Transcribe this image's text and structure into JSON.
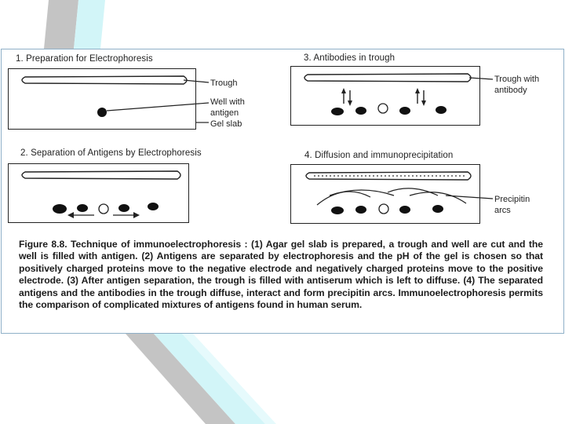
{
  "slide": {
    "colors": {
      "stripe_gray": "#bfbfbf",
      "stripe_cyan": "#c9f2f6",
      "frame": "#8fb0c8",
      "ink": "#222222"
    }
  },
  "panels": [
    {
      "title": "1. Preparation for Electrophoresis",
      "labels": {
        "trough": "Trough",
        "well_1": "Well with",
        "well_2": "antigen",
        "gel": "Gel slab"
      }
    },
    {
      "title": "2. Separation of Antigens by Electrophoresis"
    },
    {
      "title": "3. Antibodies in trough",
      "labels": {
        "trough_1": "Trough with",
        "trough_2": "antibody"
      }
    },
    {
      "title": "4. Diffusion and immunoprecipitation",
      "labels": {
        "arcs_1": "Precipitin",
        "arcs_2": "arcs"
      }
    }
  ],
  "caption": {
    "lead": "Figure  8.8.",
    "text": "Technique of immunoelectrophoresis : (1) Agar gel slab is  prepared, a trough and well are cut and the well is filled with antigen. (2) Antigens are separated by electrophoresis and the pH of the gel is chosen so that positively charged proteins move to the negative electrode and negatively charged proteins move to the positive electrode. (3) After antigen separation, the trough is filled with antiserum which is left to diffuse. (4) The separated antigens and the antibodies in the trough diffuse, interact and form precipitin arcs. Immunoelectrophoresis permits the comparison of complicated mixtures of antigens found in human serum."
  }
}
